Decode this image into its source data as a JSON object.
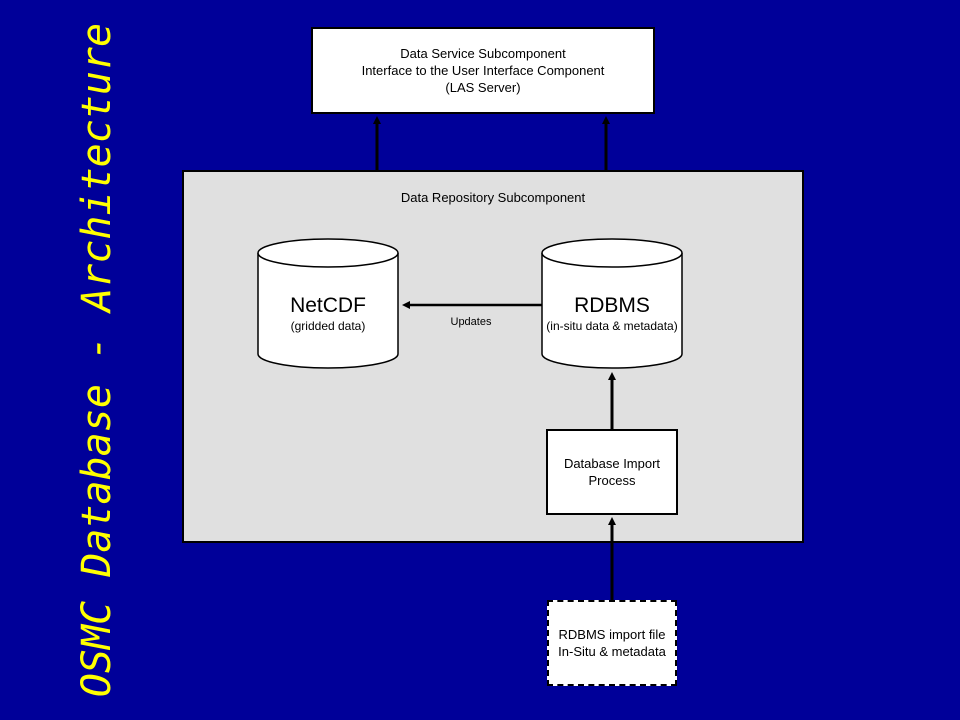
{
  "title": "OSMC Database - Architecture",
  "service": {
    "line1": "Data Service Subcomponent",
    "line2": "Interface to the User Interface Component",
    "line3": "(LAS Server)"
  },
  "repository": {
    "label": "Data Repository Subcomponent"
  },
  "netcdf": {
    "name": "NetCDF",
    "desc": "(gridded data)"
  },
  "rdbms": {
    "name": "RDBMS",
    "desc": "(in-situ data & metadata)"
  },
  "updates_label": "Updates",
  "import_process": {
    "line1": "Database Import",
    "line2": "Process"
  },
  "import_file": {
    "line1": "RDBMS import file",
    "line2": "In-Situ & metadata"
  },
  "colors": {
    "background": "#000099",
    "title": "#ffff00",
    "repository_fill": "#e0e0e0"
  }
}
